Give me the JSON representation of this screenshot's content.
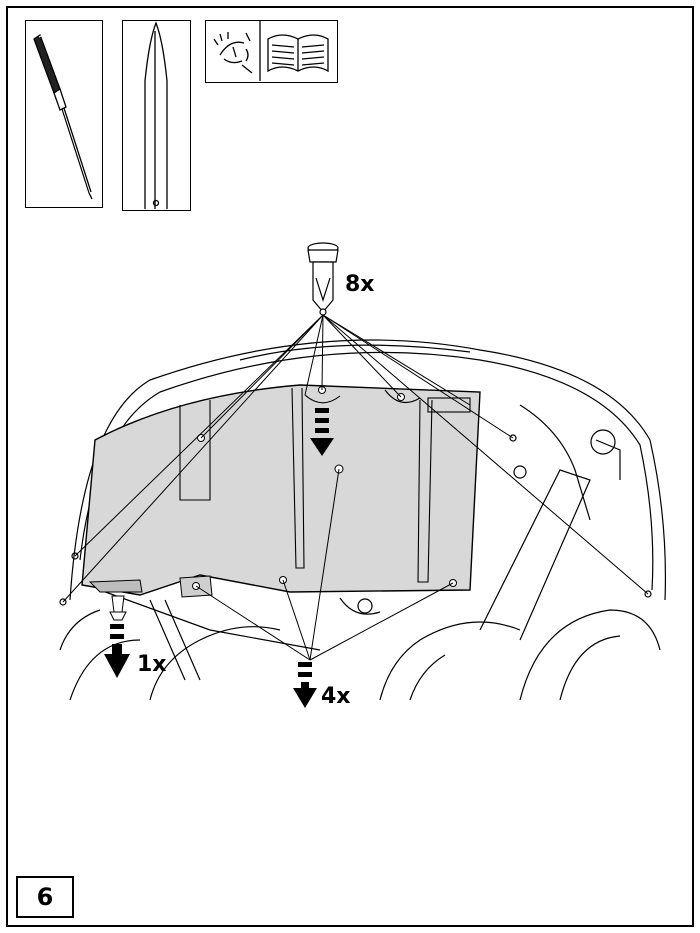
{
  "labels": {
    "top_clips_qty": "8x",
    "left_clip_qty": "1x",
    "bottom_screws_qty": "4x",
    "step_number": "6"
  },
  "colors": {
    "line": "#000000",
    "panel_fill": "#d8d8d8",
    "background": "#ffffff"
  },
  "icons": [
    "screwdriver-icon",
    "trim-tool-icon",
    "eye-icon",
    "manual-book-icon"
  ]
}
